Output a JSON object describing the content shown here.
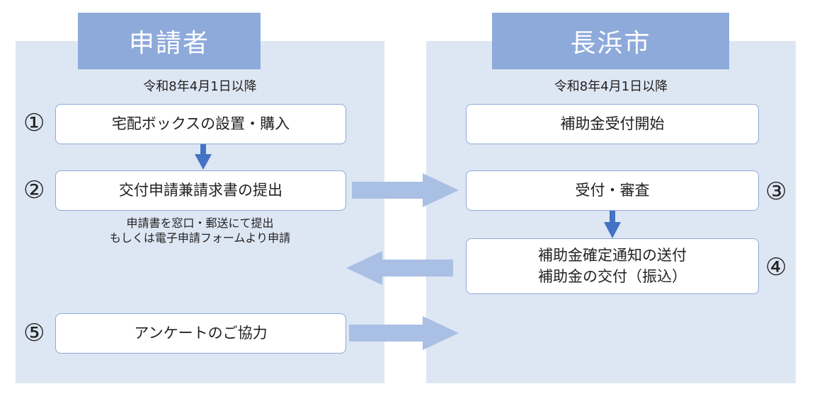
{
  "left_panel": {
    "header": "申請者",
    "date": "令和8年4月1日以降",
    "steps": {
      "s1": {
        "num": "①",
        "label": "宅配ボックスの設置・購入"
      },
      "s2": {
        "num": "②",
        "label": "交付申請兼請求書の提出"
      },
      "s5": {
        "num": "⑤",
        "label": "アンケートのご協力"
      }
    },
    "note_line1": "申請書を窓口・郵送にて提出",
    "note_line2": "もしくは電子申請フォームより申請"
  },
  "right_panel": {
    "header": "長浜市",
    "date": "令和8年4月1日以降",
    "steps": {
      "start": {
        "label": "補助金受付開始"
      },
      "s3": {
        "num": "③",
        "label": "受付・審査"
      },
      "s4": {
        "num": "④",
        "line1": "補助金確定通知の送付",
        "line2": "補助金の交付（振込）"
      }
    }
  },
  "colors": {
    "panel_bg": "#dde6f3",
    "header_bg": "#8eaadb",
    "box_border": "#8eaadb",
    "down_arrow": "#4472c4",
    "side_arrow": "#a9c0e4"
  }
}
